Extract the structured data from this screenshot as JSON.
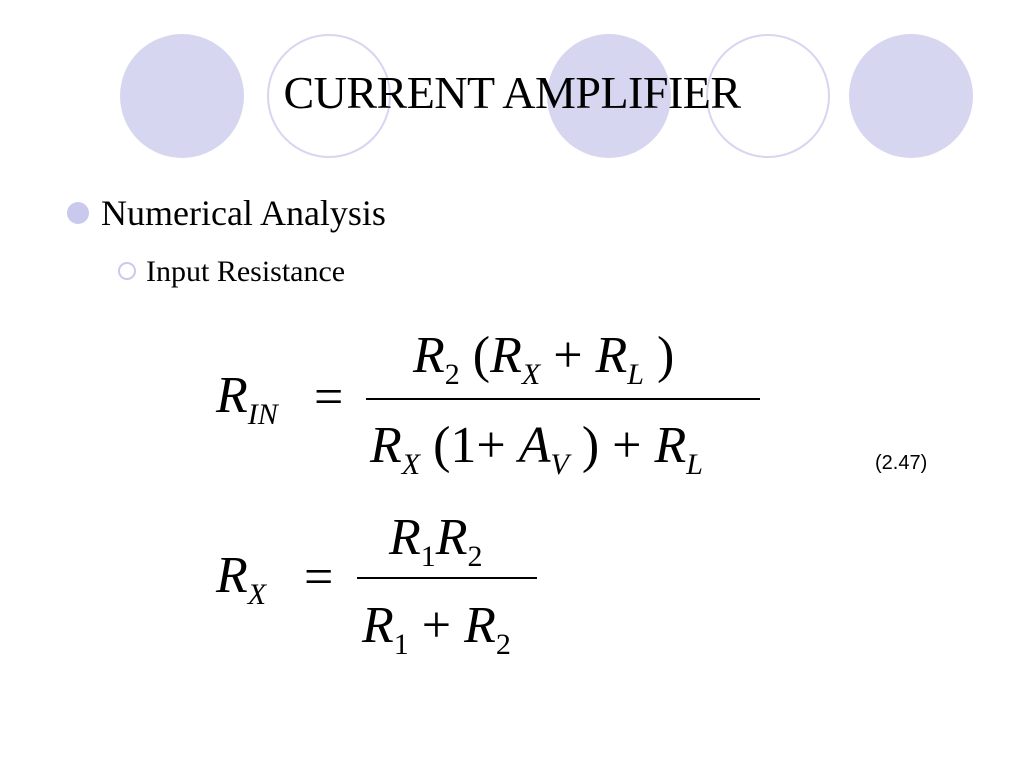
{
  "slide": {
    "title": "CURRENT AMPLIFIER",
    "bullet_1": "Numerical Analysis",
    "bullet_2": "Input Resistance",
    "equation_number": "(2.47)"
  },
  "equations": [
    {
      "lhs": "R_IN",
      "numerator": "R_2 (R_X + R_L)",
      "denominator": "R_X (1 + A_V) + R_L"
    },
    {
      "lhs": "R_X",
      "numerator": "R_1 R_2",
      "denominator": "R_1 + R_2"
    }
  ],
  "colors": {
    "decor_circle": "#d6d6f0",
    "bullet": "#c9c9ee"
  }
}
